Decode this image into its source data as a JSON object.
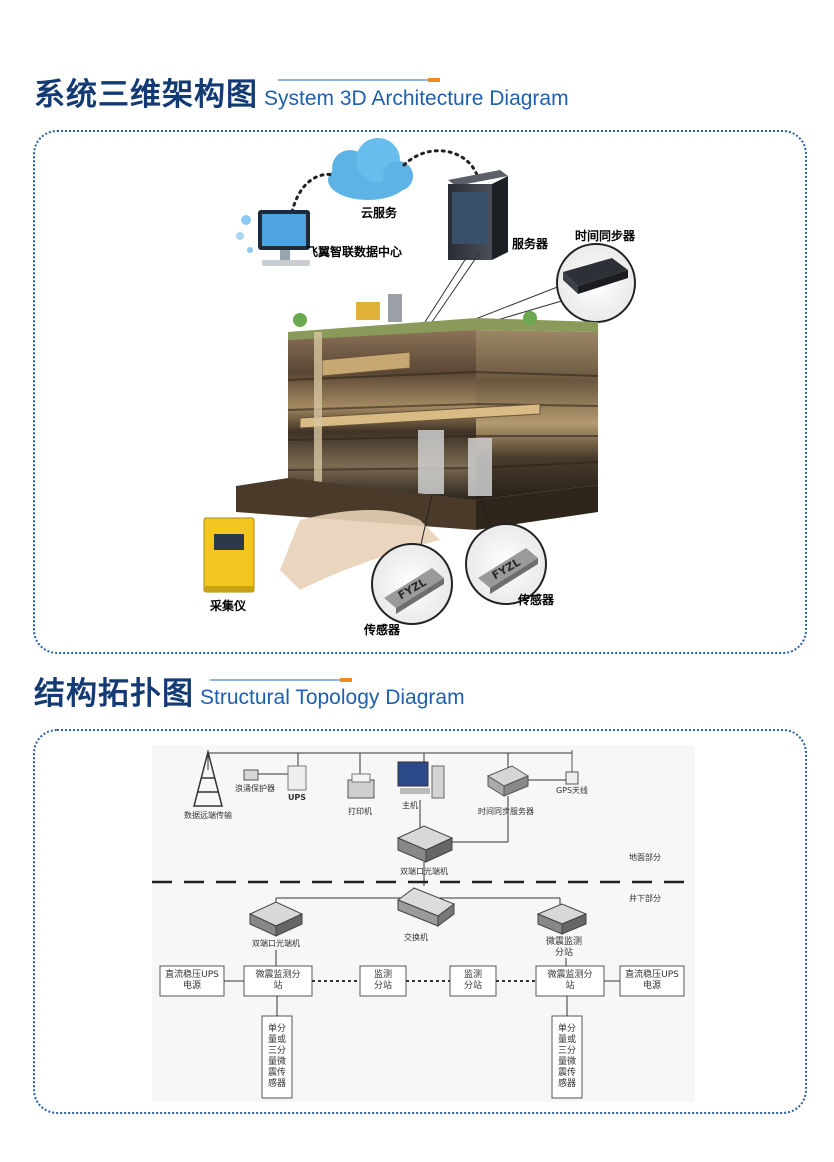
{
  "section1": {
    "title_cn": "系统三维架构图",
    "title_en": "System 3D Architecture Diagram",
    "labels": {
      "cloud": "云服务",
      "datacenter": "飞翼智联数据中心",
      "server": "服务器",
      "time_sync": "时间同步器",
      "collector": "采集仪",
      "sensor_left": "传感器",
      "sensor_right": "传感器",
      "sensor_mark": "FYZL"
    }
  },
  "section2": {
    "title_cn": "结构拓扑图",
    "title_en": "Structural Topology Diagram",
    "labels": {
      "tower": "数据远端传输",
      "surge": "浪涌保护器",
      "ups": "UPS",
      "printer": "打印机",
      "host": "主机",
      "time_server": "时间同步服务器",
      "gps": "GPS天线",
      "optic_top": "双端口光端机",
      "ground": "地面部分",
      "underground": "井下部分",
      "optic_left": "双端口光端机",
      "switch": "交换机",
      "substation_icon_label": "微震监测分站",
      "dc_left": "直流稳压UPS电源",
      "sub_left": "微震监测分站",
      "mid1": "监测分站",
      "mid2": "监测分站",
      "sub_right": "微震监测分站",
      "dc_right": "直流稳压UPS电源",
      "sensor_left": "单分量或三分量微震传感器",
      "sensor_right": "单分量或三分量微震传感器"
    }
  },
  "colors": {
    "title": "#143a73",
    "subtitle": "#1e5fb0",
    "accent": "#f08a1c",
    "border": "#2b5fa8"
  }
}
